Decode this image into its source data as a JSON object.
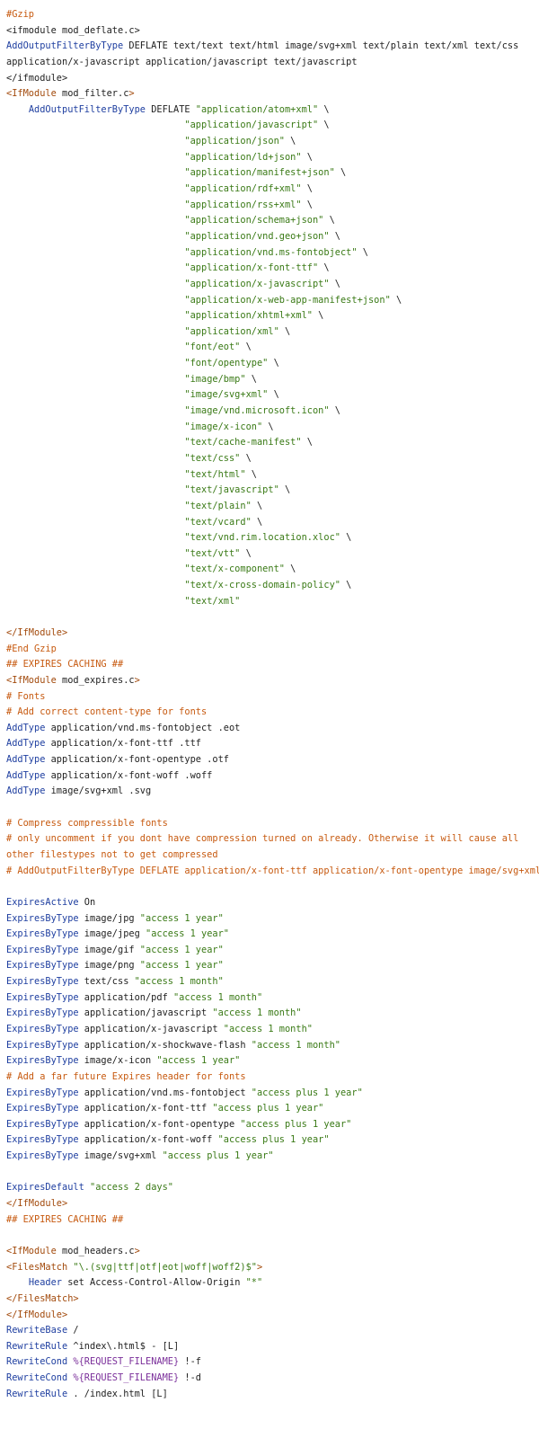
{
  "colors": {
    "comment": "#c75a10",
    "directive": "#1f3fa0",
    "string": "#3a7a16",
    "tag": "#a24a0c",
    "variable": "#7a2e9a",
    "text": "#222222",
    "background": "#ffffff"
  },
  "lines": [
    [
      [
        "comment",
        "#Gzip"
      ]
    ],
    [
      [
        "text",
        "<ifmodule mod_deflate.c>"
      ]
    ],
    [
      [
        "directive",
        "AddOutputFilterByType"
      ],
      [
        "text",
        " DEFLATE text/text text/html image/svg+xml text/plain text/xml text/css"
      ]
    ],
    [
      [
        "text",
        "application/x-javascript application/javascript text/javascript"
      ]
    ],
    [
      [
        "text",
        "</ifmodule>"
      ]
    ],
    [
      [
        "tag",
        "<IfModule"
      ],
      [
        "text",
        " mod_filter.c"
      ],
      [
        "tag",
        ">"
      ]
    ],
    [
      [
        "text",
        "    "
      ],
      [
        "directive",
        "AddOutputFilterByType"
      ],
      [
        "text",
        " DEFLATE "
      ],
      [
        "string",
        "\"application/atom+xml\""
      ],
      [
        "text",
        " \\"
      ]
    ],
    [
      [
        "text",
        "                                "
      ],
      [
        "string",
        "\"application/javascript\""
      ],
      [
        "text",
        " \\"
      ]
    ],
    [
      [
        "text",
        "                                "
      ],
      [
        "string",
        "\"application/json\""
      ],
      [
        "text",
        " \\"
      ]
    ],
    [
      [
        "text",
        "                                "
      ],
      [
        "string",
        "\"application/ld+json\""
      ],
      [
        "text",
        " \\"
      ]
    ],
    [
      [
        "text",
        "                                "
      ],
      [
        "string",
        "\"application/manifest+json\""
      ],
      [
        "text",
        " \\"
      ]
    ],
    [
      [
        "text",
        "                                "
      ],
      [
        "string",
        "\"application/rdf+xml\""
      ],
      [
        "text",
        " \\"
      ]
    ],
    [
      [
        "text",
        "                                "
      ],
      [
        "string",
        "\"application/rss+xml\""
      ],
      [
        "text",
        " \\"
      ]
    ],
    [
      [
        "text",
        "                                "
      ],
      [
        "string",
        "\"application/schema+json\""
      ],
      [
        "text",
        " \\"
      ]
    ],
    [
      [
        "text",
        "                                "
      ],
      [
        "string",
        "\"application/vnd.geo+json\""
      ],
      [
        "text",
        " \\"
      ]
    ],
    [
      [
        "text",
        "                                "
      ],
      [
        "string",
        "\"application/vnd.ms-fontobject\""
      ],
      [
        "text",
        " \\"
      ]
    ],
    [
      [
        "text",
        "                                "
      ],
      [
        "string",
        "\"application/x-font-ttf\""
      ],
      [
        "text",
        " \\"
      ]
    ],
    [
      [
        "text",
        "                                "
      ],
      [
        "string",
        "\"application/x-javascript\""
      ],
      [
        "text",
        " \\"
      ]
    ],
    [
      [
        "text",
        "                                "
      ],
      [
        "string",
        "\"application/x-web-app-manifest+json\""
      ],
      [
        "text",
        " \\"
      ]
    ],
    [
      [
        "text",
        "                                "
      ],
      [
        "string",
        "\"application/xhtml+xml\""
      ],
      [
        "text",
        " \\"
      ]
    ],
    [
      [
        "text",
        "                                "
      ],
      [
        "string",
        "\"application/xml\""
      ],
      [
        "text",
        " \\"
      ]
    ],
    [
      [
        "text",
        "                                "
      ],
      [
        "string",
        "\"font/eot\""
      ],
      [
        "text",
        " \\"
      ]
    ],
    [
      [
        "text",
        "                                "
      ],
      [
        "string",
        "\"font/opentype\""
      ],
      [
        "text",
        " \\"
      ]
    ],
    [
      [
        "text",
        "                                "
      ],
      [
        "string",
        "\"image/bmp\""
      ],
      [
        "text",
        " \\"
      ]
    ],
    [
      [
        "text",
        "                                "
      ],
      [
        "string",
        "\"image/svg+xml\""
      ],
      [
        "text",
        " \\"
      ]
    ],
    [
      [
        "text",
        "                                "
      ],
      [
        "string",
        "\"image/vnd.microsoft.icon\""
      ],
      [
        "text",
        " \\"
      ]
    ],
    [
      [
        "text",
        "                                "
      ],
      [
        "string",
        "\"image/x-icon\""
      ],
      [
        "text",
        " \\"
      ]
    ],
    [
      [
        "text",
        "                                "
      ],
      [
        "string",
        "\"text/cache-manifest\""
      ],
      [
        "text",
        " \\"
      ]
    ],
    [
      [
        "text",
        "                                "
      ],
      [
        "string",
        "\"text/css\""
      ],
      [
        "text",
        " \\"
      ]
    ],
    [
      [
        "text",
        "                                "
      ],
      [
        "string",
        "\"text/html\""
      ],
      [
        "text",
        " \\"
      ]
    ],
    [
      [
        "text",
        "                                "
      ],
      [
        "string",
        "\"text/javascript\""
      ],
      [
        "text",
        " \\"
      ]
    ],
    [
      [
        "text",
        "                                "
      ],
      [
        "string",
        "\"text/plain\""
      ],
      [
        "text",
        " \\"
      ]
    ],
    [
      [
        "text",
        "                                "
      ],
      [
        "string",
        "\"text/vcard\""
      ],
      [
        "text",
        " \\"
      ]
    ],
    [
      [
        "text",
        "                                "
      ],
      [
        "string",
        "\"text/vnd.rim.location.xloc\""
      ],
      [
        "text",
        " \\"
      ]
    ],
    [
      [
        "text",
        "                                "
      ],
      [
        "string",
        "\"text/vtt\""
      ],
      [
        "text",
        " \\"
      ]
    ],
    [
      [
        "text",
        "                                "
      ],
      [
        "string",
        "\"text/x-component\""
      ],
      [
        "text",
        " \\"
      ]
    ],
    [
      [
        "text",
        "                                "
      ],
      [
        "string",
        "\"text/x-cross-domain-policy\""
      ],
      [
        "text",
        " \\"
      ]
    ],
    [
      [
        "text",
        "                                "
      ],
      [
        "string",
        "\"text/xml\""
      ]
    ],
    [],
    [
      [
        "tag",
        "</IfModule>"
      ]
    ],
    [
      [
        "comment",
        "#End Gzip"
      ]
    ],
    [
      [
        "comment",
        "## EXPIRES CACHING ##"
      ]
    ],
    [
      [
        "tag",
        "<IfModule"
      ],
      [
        "text",
        " mod_expires.c"
      ],
      [
        "tag",
        ">"
      ]
    ],
    [
      [
        "comment",
        "# Fonts"
      ]
    ],
    [
      [
        "comment",
        "# Add correct content-type for fonts"
      ]
    ],
    [
      [
        "directive",
        "AddType"
      ],
      [
        "text",
        " application/vnd.ms-fontobject .eot"
      ]
    ],
    [
      [
        "directive",
        "AddType"
      ],
      [
        "text",
        " application/x-font-ttf .ttf"
      ]
    ],
    [
      [
        "directive",
        "AddType"
      ],
      [
        "text",
        " application/x-font-opentype .otf"
      ]
    ],
    [
      [
        "directive",
        "AddType"
      ],
      [
        "text",
        " application/x-font-woff .woff"
      ]
    ],
    [
      [
        "directive",
        "AddType"
      ],
      [
        "text",
        " image/svg+xml .svg"
      ]
    ],
    [],
    [
      [
        "comment",
        "# Compress compressible fonts"
      ]
    ],
    [
      [
        "comment",
        "# only uncomment if you dont have compression turned on already. Otherwise it will cause all"
      ]
    ],
    [
      [
        "comment",
        "other filestypes not to get compressed"
      ]
    ],
    [
      [
        "comment",
        "# AddOutputFilterByType DEFLATE application/x-font-ttf application/x-font-opentype image/svg+xml"
      ]
    ],
    [],
    [
      [
        "directive",
        "ExpiresActive"
      ],
      [
        "text",
        " On"
      ]
    ],
    [
      [
        "directive",
        "ExpiresByType"
      ],
      [
        "text",
        " image/jpg "
      ],
      [
        "string",
        "\"access 1 year\""
      ]
    ],
    [
      [
        "directive",
        "ExpiresByType"
      ],
      [
        "text",
        " image/jpeg "
      ],
      [
        "string",
        "\"access 1 year\""
      ]
    ],
    [
      [
        "directive",
        "ExpiresByType"
      ],
      [
        "text",
        " image/gif "
      ],
      [
        "string",
        "\"access 1 year\""
      ]
    ],
    [
      [
        "directive",
        "ExpiresByType"
      ],
      [
        "text",
        " image/png "
      ],
      [
        "string",
        "\"access 1 year\""
      ]
    ],
    [
      [
        "directive",
        "ExpiresByType"
      ],
      [
        "text",
        " text/css "
      ],
      [
        "string",
        "\"access 1 month\""
      ]
    ],
    [
      [
        "directive",
        "ExpiresByType"
      ],
      [
        "text",
        " application/pdf "
      ],
      [
        "string",
        "\"access 1 month\""
      ]
    ],
    [
      [
        "directive",
        "ExpiresByType"
      ],
      [
        "text",
        " application/javascript "
      ],
      [
        "string",
        "\"access 1 month\""
      ]
    ],
    [
      [
        "directive",
        "ExpiresByType"
      ],
      [
        "text",
        " application/x-javascript "
      ],
      [
        "string",
        "\"access 1 month\""
      ]
    ],
    [
      [
        "directive",
        "ExpiresByType"
      ],
      [
        "text",
        " application/x-shockwave-flash "
      ],
      [
        "string",
        "\"access 1 month\""
      ]
    ],
    [
      [
        "directive",
        "ExpiresByType"
      ],
      [
        "text",
        " image/x-icon "
      ],
      [
        "string",
        "\"access 1 year\""
      ]
    ],
    [
      [
        "comment",
        "# Add a far future Expires header for fonts"
      ]
    ],
    [
      [
        "directive",
        "ExpiresByType"
      ],
      [
        "text",
        " application/vnd.ms-fontobject "
      ],
      [
        "string",
        "\"access plus 1 year\""
      ]
    ],
    [
      [
        "directive",
        "ExpiresByType"
      ],
      [
        "text",
        " application/x-font-ttf "
      ],
      [
        "string",
        "\"access plus 1 year\""
      ]
    ],
    [
      [
        "directive",
        "ExpiresByType"
      ],
      [
        "text",
        " application/x-font-opentype "
      ],
      [
        "string",
        "\"access plus 1 year\""
      ]
    ],
    [
      [
        "directive",
        "ExpiresByType"
      ],
      [
        "text",
        " application/x-font-woff "
      ],
      [
        "string",
        "\"access plus 1 year\""
      ]
    ],
    [
      [
        "directive",
        "ExpiresByType"
      ],
      [
        "text",
        " image/svg+xml "
      ],
      [
        "string",
        "\"access plus 1 year\""
      ]
    ],
    [],
    [
      [
        "directive",
        "ExpiresDefault"
      ],
      [
        "text",
        " "
      ],
      [
        "string",
        "\"access 2 days\""
      ]
    ],
    [
      [
        "tag",
        "</IfModule>"
      ]
    ],
    [
      [
        "comment",
        "## EXPIRES CACHING ##"
      ]
    ],
    [],
    [
      [
        "tag",
        "<IfModule"
      ],
      [
        "text",
        " mod_headers.c"
      ],
      [
        "tag",
        ">"
      ]
    ],
    [
      [
        "tag",
        "<FilesMatch"
      ],
      [
        "text",
        " "
      ],
      [
        "string",
        "\"\\.(svg|ttf|otf|eot|woff|woff2)$\""
      ],
      [
        "tag",
        ">"
      ]
    ],
    [
      [
        "text",
        "    "
      ],
      [
        "directive",
        "Header"
      ],
      [
        "text",
        " set Access-Control-Allow-Origin "
      ],
      [
        "string",
        "\"*\""
      ]
    ],
    [
      [
        "tag",
        "</FilesMatch>"
      ]
    ],
    [
      [
        "tag",
        "</IfModule>"
      ]
    ],
    [
      [
        "directive",
        "RewriteBase"
      ],
      [
        "text",
        " /"
      ]
    ],
    [
      [
        "directive",
        "RewriteRule"
      ],
      [
        "text",
        " ^index\\.html$ - [L]"
      ]
    ],
    [
      [
        "directive",
        "RewriteCond"
      ],
      [
        "text",
        " "
      ],
      [
        "var",
        "%{REQUEST_FILENAME}"
      ],
      [
        "text",
        " !-f"
      ]
    ],
    [
      [
        "directive",
        "RewriteCond"
      ],
      [
        "text",
        " "
      ],
      [
        "var",
        "%{REQUEST_FILENAME}"
      ],
      [
        "text",
        " !-d"
      ]
    ],
    [
      [
        "directive",
        "RewriteRule"
      ],
      [
        "text",
        " . /index.html [L]"
      ]
    ]
  ]
}
